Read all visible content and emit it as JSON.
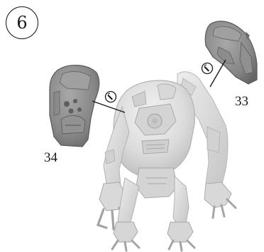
{
  "step": {
    "number": "6"
  },
  "parts": [
    {
      "id": "34",
      "label": "34"
    },
    {
      "id": "33",
      "label": "33"
    }
  ],
  "colors": {
    "figure_light": "#e6e6e6",
    "figure_mid": "#cfcfcf",
    "figure_shadow": "#b5b5b5",
    "part_dark": "#7d7d7d",
    "part_mid": "#9a9a9a",
    "part_shadow": "#5f5f5f",
    "line": "#1a1a1a",
    "glue_icon": "#1a1a1a"
  },
  "icons": {
    "glue_marker": "glue-dot-icon"
  }
}
